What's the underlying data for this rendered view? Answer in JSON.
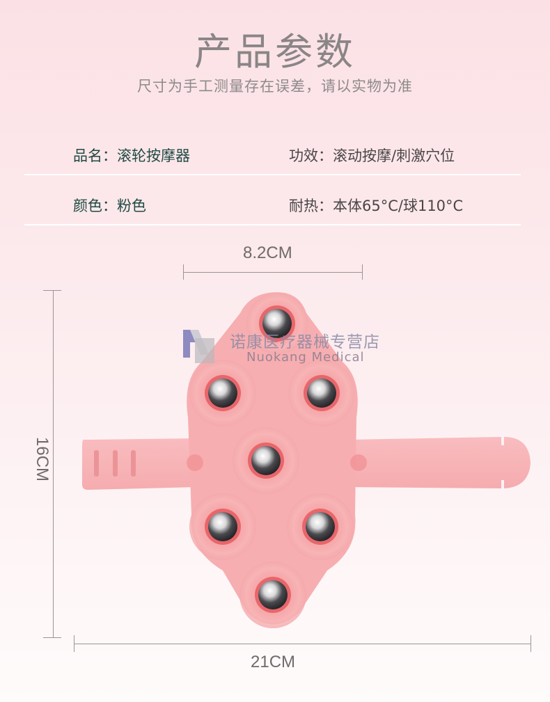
{
  "header": {
    "title": "产品参数",
    "subtitle": "尺寸为手工测量存在误差，请以实物为准"
  },
  "specs": [
    {
      "left": "品名：滚轮按摩器",
      "right": "功效：滚动按摩/刺激穴位"
    },
    {
      "left": "颜色：粉色",
      "right": "耐热：本体65°C/球110°C"
    }
  ],
  "dimensions": {
    "width_top": "8.2CM",
    "height": "16CM",
    "width_bottom": "21CM"
  },
  "watermark": {
    "cn": "诺康医疗器械专营店",
    "en": "Nuokang  Medical"
  },
  "product": {
    "name": "roller-massager",
    "color": "#f7aeb0",
    "ball_count": 7
  },
  "colors": {
    "title": "#8a8586",
    "spec_left": "#1f4a42",
    "spec_right": "#4a4547",
    "body_pink": "#f7aeb0",
    "background_top": "#fbe1e5",
    "background_bottom": "#fefbfb"
  }
}
